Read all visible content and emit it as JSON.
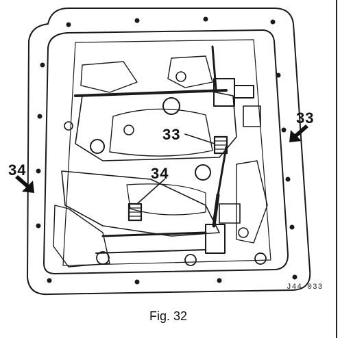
{
  "callouts": {
    "right_outer": "33",
    "inner_upper": "33",
    "left_outer": "34",
    "inner_lower": "34"
  },
  "reference_code": "J44 033",
  "caption": "Fig. 32",
  "icons": [
    "transmission-oil-pan-diagram",
    "arrow-icon"
  ]
}
